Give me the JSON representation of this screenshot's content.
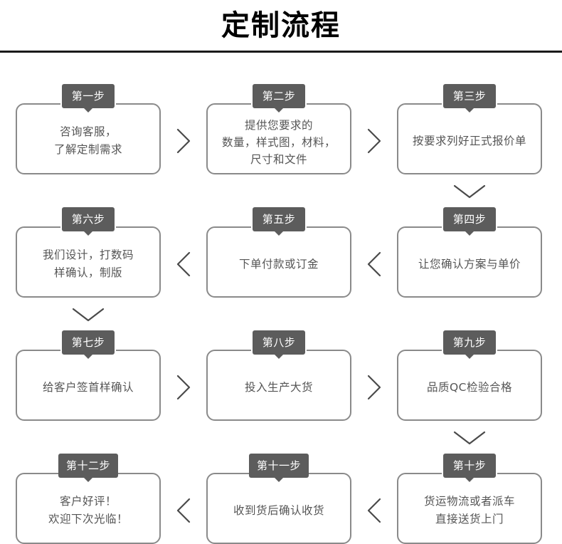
{
  "page": {
    "title": "定制流程"
  },
  "flow": {
    "direction_note": "serpentine",
    "colors": {
      "badge_bg": "#5c5c5c",
      "badge_text": "#ffffff",
      "card_border": "#8a8a8a",
      "card_text": "#555555",
      "title_text": "#000000",
      "rule": "#1a1a1a",
      "connector": "#4a4a4a",
      "background": "#ffffff"
    },
    "steps": [
      {
        "badge": "第一步",
        "lines": [
          "咨询客服，",
          "了解定制需求"
        ]
      },
      {
        "badge": "第二步",
        "lines": [
          "提供您要求的",
          "数量，样式图，材料，",
          "尺寸和文件"
        ]
      },
      {
        "badge": "第三步",
        "lines": [
          "按要求列好正式报价单"
        ]
      },
      {
        "badge": "第四步",
        "lines": [
          "让您确认方案与单价"
        ]
      },
      {
        "badge": "第五步",
        "lines": [
          "下单付款或订金"
        ]
      },
      {
        "badge": "第六步",
        "lines": [
          "我们设计，打数码",
          "样确认，制版"
        ]
      },
      {
        "badge": "第七步",
        "lines": [
          "给客户签首样确认"
        ]
      },
      {
        "badge": "第八步",
        "lines": [
          "投入生产大货"
        ]
      },
      {
        "badge": "第九步",
        "lines": [
          "品质QC检验合格"
        ]
      },
      {
        "badge": "第十步",
        "lines": [
          "货运物流或者派车",
          "直接送货上门"
        ]
      },
      {
        "badge": "第十一步",
        "lines": [
          "收到货后确认收货"
        ]
      },
      {
        "badge": "第十二步",
        "lines": [
          "客户好评！",
          "欢迎下次光临！"
        ]
      }
    ],
    "connectors": [
      {
        "name": "connector-step1-to-step2",
        "glyph": "chevron-right-icon"
      },
      {
        "name": "connector-step2-to-step3",
        "glyph": "chevron-right-icon"
      },
      {
        "name": "connector-step3-to-step4",
        "glyph": "chevron-down-icon"
      },
      {
        "name": "connector-step4-to-step5",
        "glyph": "chevron-left-icon"
      },
      {
        "name": "connector-step5-to-step6",
        "glyph": "chevron-left-icon"
      },
      {
        "name": "connector-step6-to-step7",
        "glyph": "chevron-down-icon"
      },
      {
        "name": "connector-step7-to-step8",
        "glyph": "chevron-right-icon"
      },
      {
        "name": "connector-step8-to-step9",
        "glyph": "chevron-right-icon"
      },
      {
        "name": "connector-step9-to-step10",
        "glyph": "chevron-down-icon"
      },
      {
        "name": "connector-step10-to-step11",
        "glyph": "chevron-left-icon"
      },
      {
        "name": "connector-step11-to-step12",
        "glyph": "chevron-left-icon"
      }
    ]
  }
}
